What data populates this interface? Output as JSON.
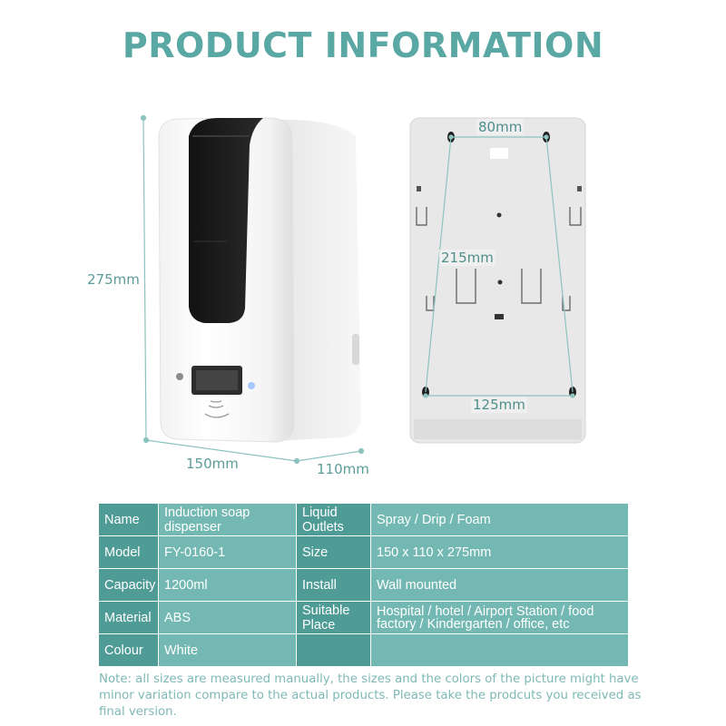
{
  "title": "PRODUCT INFORMATION",
  "dimensions": {
    "height": "275mm",
    "width": "150mm",
    "depth": "110mm",
    "back_top": "80mm",
    "back_middle": "215mm",
    "back_bottom": "125mm"
  },
  "colors": {
    "accent": "#5aa8a4",
    "table_dark": "#4f9b96",
    "table_light": "#73b8b2"
  },
  "specs": {
    "rows": [
      {
        "label": "Name",
        "value": "Induction soap dispenser",
        "label2": "Liquid Outlets",
        "value2": "Spray / Drip / Foam"
      },
      {
        "label": "Model",
        "value": "FY-0160-1",
        "label2": "Size",
        "value2": "150 x 110 x 275mm"
      },
      {
        "label": "Capacity",
        "value": "1200ml",
        "label2": "Install",
        "value2": "Wall mounted"
      },
      {
        "label": "Material",
        "value": "ABS",
        "label2": "Suitable Place",
        "value2": "Hospital / hotel / Airport Station / food factory / Kindergarten / office, etc"
      },
      {
        "label": "Colour",
        "value": "White",
        "label2": "",
        "value2": ""
      }
    ]
  },
  "note": "Note: all sizes are measured manually, the sizes and the colors of the picture might have minor variation compare to the actual products. Please take the prodcuts you received as final version."
}
